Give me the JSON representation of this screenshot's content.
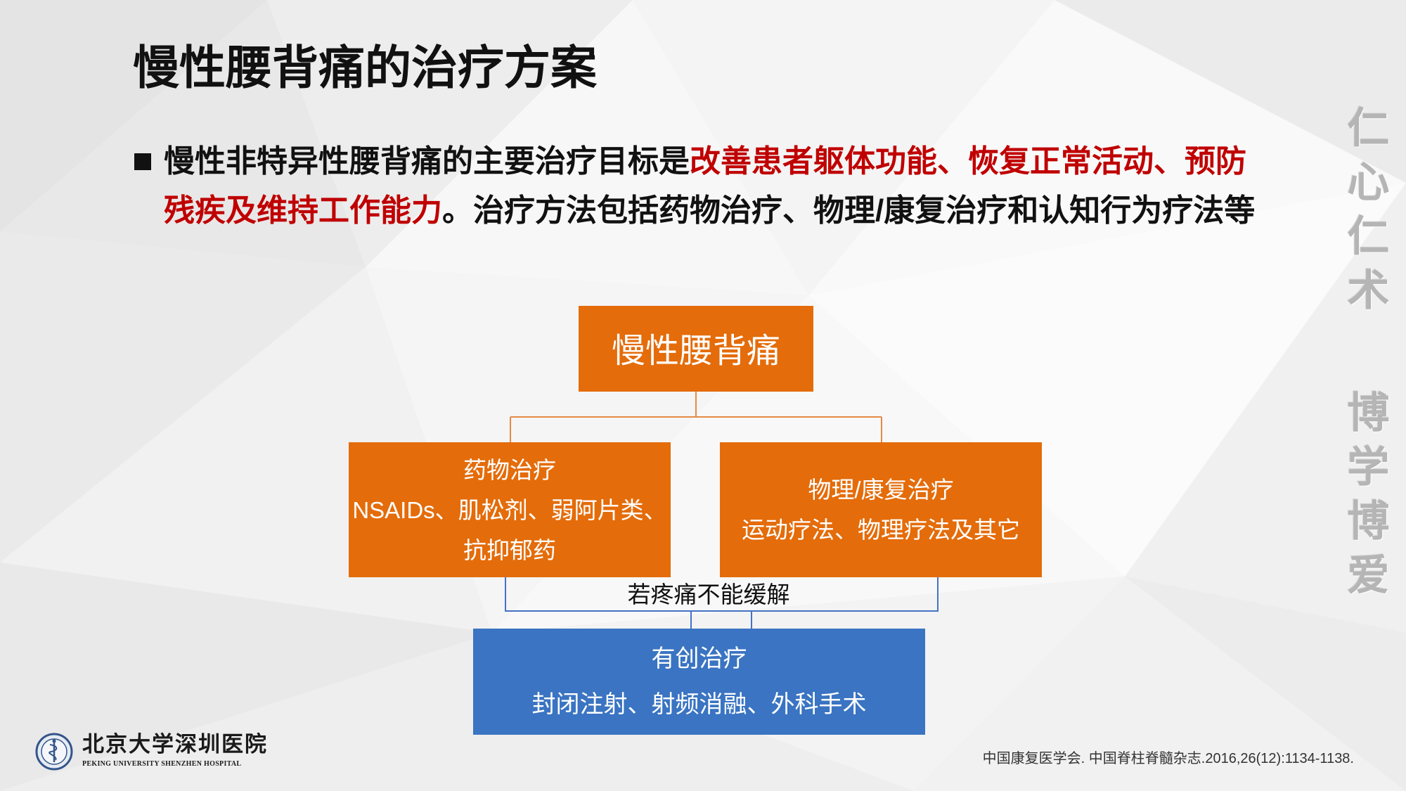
{
  "slide": {
    "title": "慢性腰背痛的治疗方案",
    "bullet": {
      "lines": [
        [
          {
            "text": "慢性非特异性腰背痛的主要治疗目标是",
            "highlight": false
          },
          {
            "text": "改善患者躯体功能、恢复正常活动、预防",
            "highlight": true
          }
        ],
        [
          {
            "text": "残疾及维持工作能力",
            "highlight": true
          },
          {
            "text": "。治疗方法包括药物治疗、物理/康复治疗和认知行为疗法等",
            "highlight": false
          }
        ]
      ]
    },
    "motto": {
      "column_1": "仁心仁术",
      "column_2": "博学博爱"
    }
  },
  "diagram": {
    "root": {
      "label": "慢性腰背痛"
    },
    "branches": [
      {
        "lines": [
          "药物治疗",
          "NSAIDs、肌松剂、弱阿片类、",
          "抗抑郁药"
        ]
      },
      {
        "lines": [
          "物理/康复治疗",
          "运动疗法、物理疗法及其它"
        ]
      }
    ],
    "condition": "若疼痛不能缓解",
    "escalation": {
      "lines": [
        "有创治疗",
        "封闭注射、射频消融、外科手术"
      ]
    }
  },
  "footer": {
    "emblem_icon": "hospital-emblem-icon",
    "hospital_name_cn": "北京大学深圳医院",
    "hospital_name_en": "PEKING UNIVERSITY SHENZHEN HOSPITAL",
    "citation": "中国康复医学会. 中国脊柱脊髓杂志.2016,26(12):1134-1138."
  },
  "colors": {
    "title_text": "#111111",
    "highlight_red": "#C00000",
    "node_orange": "#E46C0A",
    "node_blue": "#3A74C2",
    "connector_orange": "#E58A45",
    "connector_blue": "#4472C4",
    "motto_gray": "#B5B5B5"
  }
}
